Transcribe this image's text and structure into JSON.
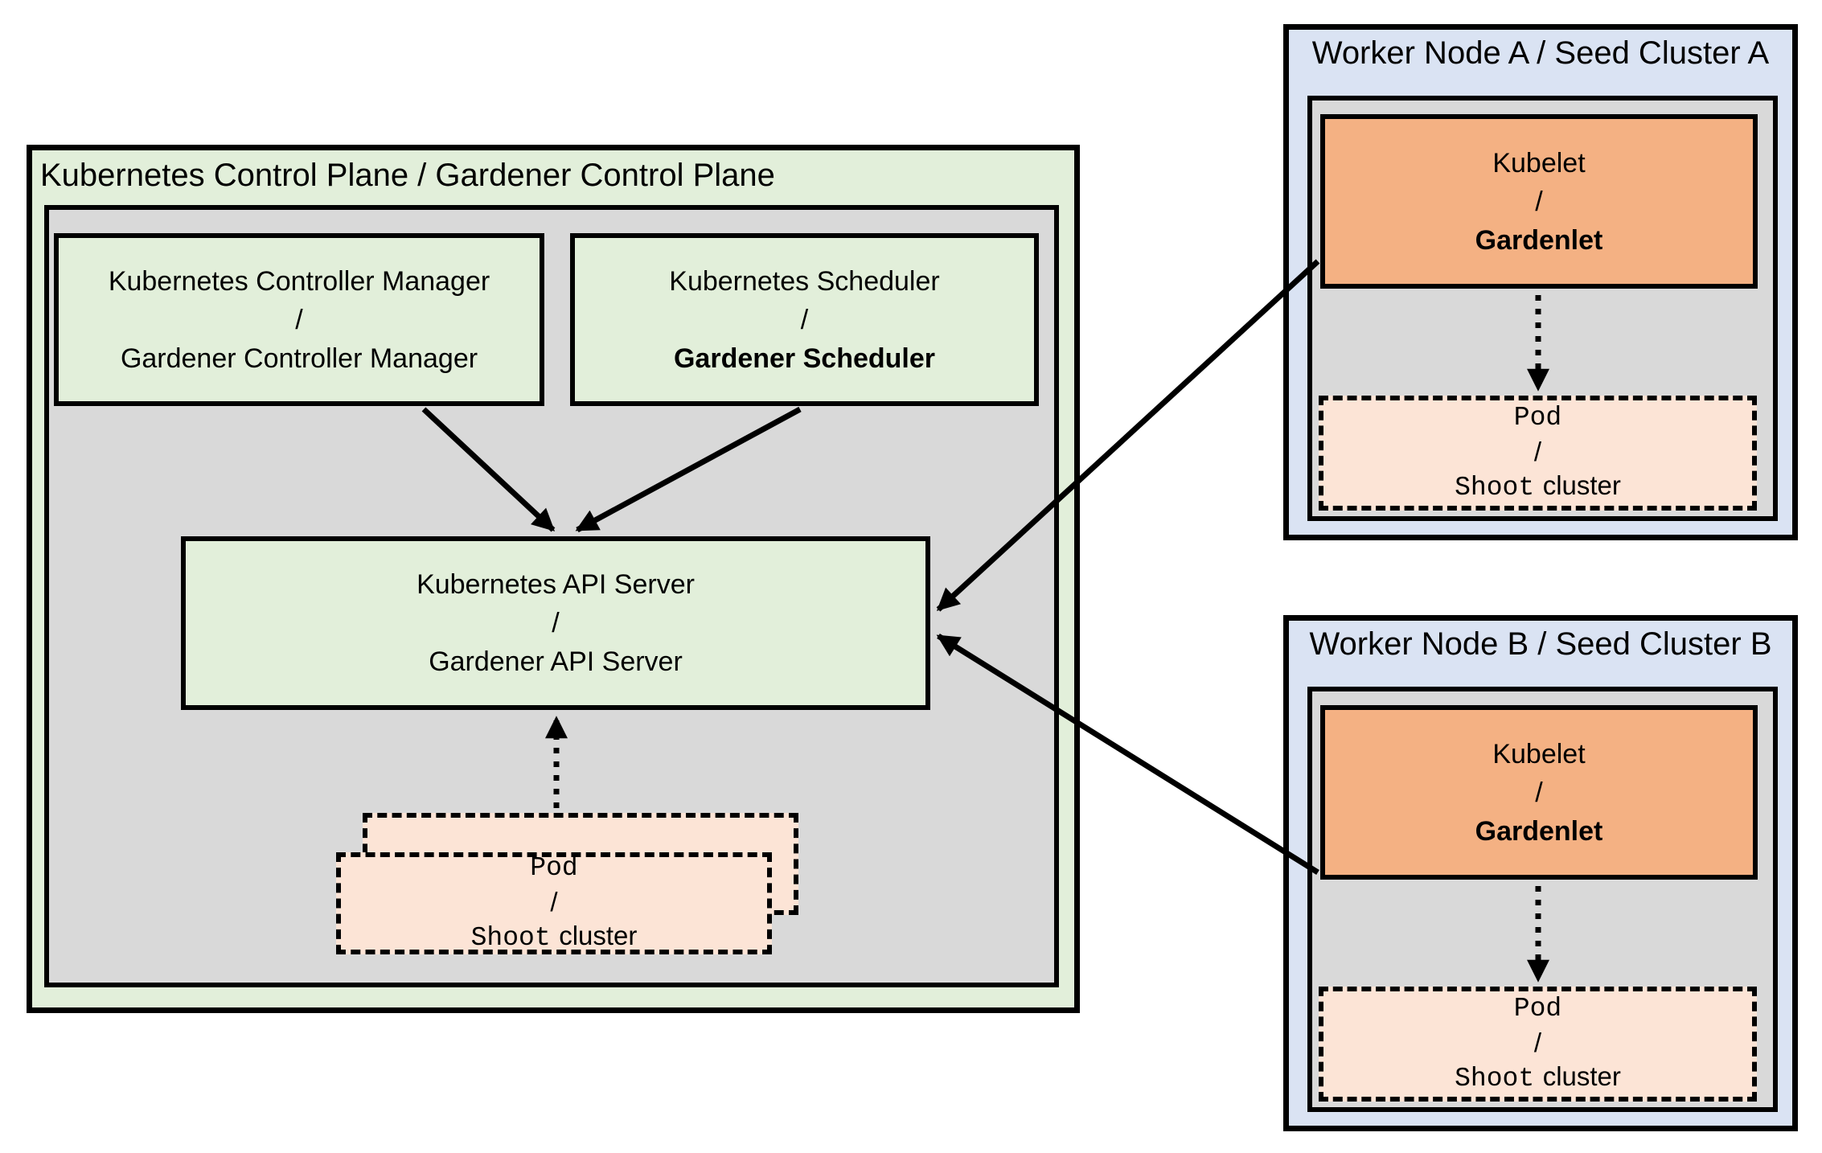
{
  "colors": {
    "control_plane_fill": "#e2efda",
    "node_area_fill": "#d9d9d9",
    "worker_fill": "#dae3f3",
    "kubelet_fill": "#f4b183",
    "pod_fill": "#fce4d6",
    "border": "#000000"
  },
  "control_plane": {
    "title": "Kubernetes Control Plane / Gardener Control Plane",
    "controller_manager": {
      "line1": "Kubernetes Controller Manager",
      "separator": "/",
      "line2": "Gardener Controller Manager"
    },
    "scheduler": {
      "line1": "Kubernetes Scheduler",
      "separator": "/",
      "line2": "Gardener Scheduler"
    },
    "api_server": {
      "line1": "Kubernetes API Server",
      "separator": "/",
      "line2": "Gardener API Server"
    },
    "pod": {
      "line1": "Pod",
      "separator": "/",
      "line2_code": "Shoot",
      "line2_rest": "cluster"
    }
  },
  "workers": [
    {
      "title": "Worker Node A / Seed Cluster A",
      "kubelet": {
        "line1": "Kubelet",
        "separator": "/",
        "line2": "Gardenlet"
      },
      "pod": {
        "line1": "Pod",
        "separator": "/",
        "line2_code": "Shoot",
        "line2_rest": "cluster"
      }
    },
    {
      "title": "Worker Node B / Seed Cluster B",
      "kubelet": {
        "line1": "Kubelet",
        "separator": "/",
        "line2": "Gardenlet"
      },
      "pod": {
        "line1": "Pod",
        "separator": "/",
        "line2_code": "Shoot",
        "line2_rest": "cluster"
      }
    }
  ],
  "edges": [
    {
      "from": "controller-manager",
      "to": "api-server",
      "style": "solid-arrow"
    },
    {
      "from": "scheduler",
      "to": "api-server",
      "style": "solid-arrow"
    },
    {
      "from": "pod-shoot-cluster-stack",
      "to": "api-server",
      "style": "dotted-arrow"
    },
    {
      "from": "kubelet-gardenlet-a",
      "to": "api-server",
      "style": "solid-arrow"
    },
    {
      "from": "kubelet-gardenlet-b",
      "to": "api-server",
      "style": "solid-arrow"
    },
    {
      "from": "kubelet-gardenlet-a",
      "to": "pod-shoot-cluster-a",
      "style": "dotted-arrow"
    },
    {
      "from": "kubelet-gardenlet-b",
      "to": "pod-shoot-cluster-b",
      "style": "dotted-arrow"
    }
  ]
}
